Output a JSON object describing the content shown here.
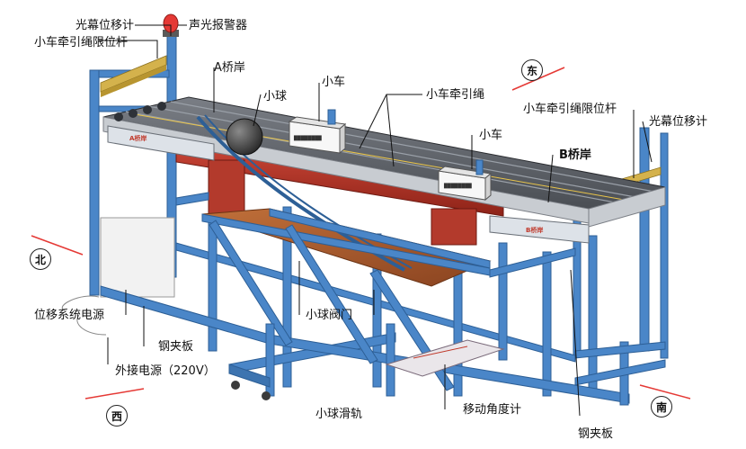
{
  "labels": {
    "light_curtain_top": "光幕位移计",
    "alarm": "声光报警器",
    "cart_rope_limit_left": "小车牵引绳限位杆",
    "bank_a": "A桥岸",
    "ball": "小球",
    "cart_top": "小车",
    "cart_rope": "小车牵引绳",
    "cart_rope_limit_right": "小车牵引绳限位杆",
    "light_curtain_right": "光幕位移计",
    "cart_mid": "小车",
    "bank_b": "B桥岸",
    "power_system": "位移系统电源",
    "clamp_left": "钢夹板",
    "external_power": "外接电源（220V）",
    "ball_valve": "小球阀门",
    "ball_rail": "小球滑轨",
    "angle_meter": "移动角度计",
    "clamp_right": "钢夹板"
  },
  "directions": {
    "east": "东",
    "north": "北",
    "west": "西",
    "south": "南"
  },
  "colors": {
    "frame_blue": "#4a86c8",
    "frame_dark": "#2d5f96",
    "deck_grey": "#585c62",
    "beam_red": "#c0392b",
    "wood": "#a0522d",
    "alarm_red": "#e53935",
    "arrow_red": "#e53935",
    "rail_yellow": "#d4b24c"
  }
}
